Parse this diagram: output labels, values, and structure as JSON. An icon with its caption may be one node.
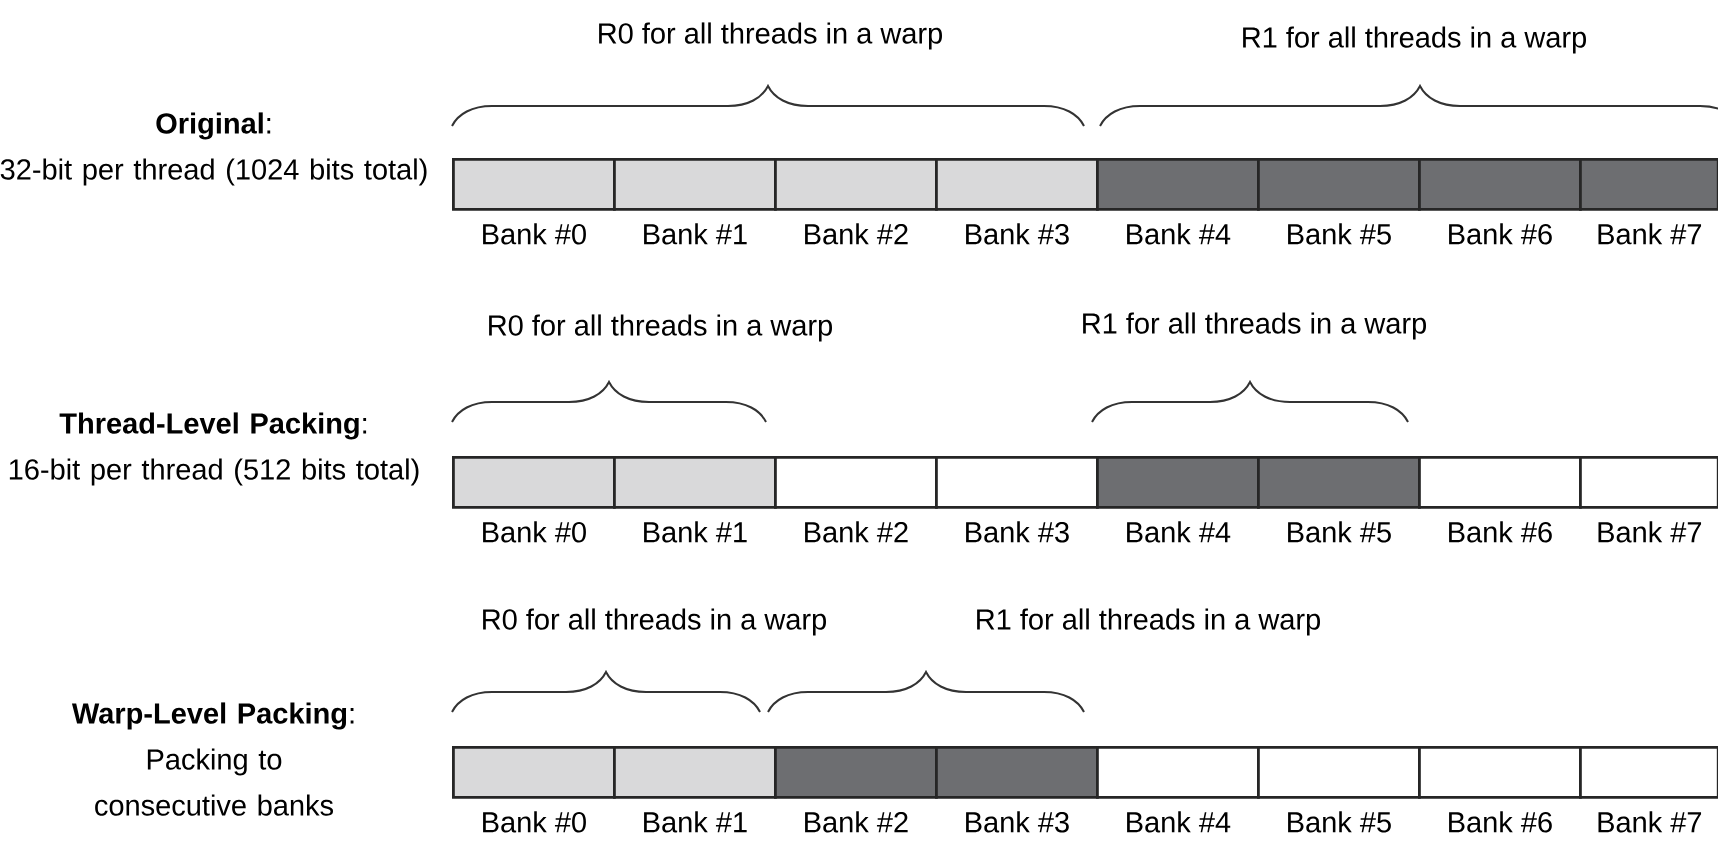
{
  "diagram": {
    "nodes": [
      {
        "text": [],
        "shape": "box",
        "beside": [
          "Bank #0"
        ]
      },
      {
        "text": [],
        "shape": "box",
        "beside": [
          "Bank #1"
        ]
      },
      {
        "text": [],
        "shape": "box",
        "beside": [
          "Bank #2"
        ]
      },
      {
        "text": [],
        "shape": "box",
        "beside": [
          "Bank #3"
        ]
      },
      {
        "text": [],
        "shape": "box",
        "beside": [
          "Bank #4"
        ]
      },
      {
        "text": [],
        "shape": "box",
        "beside": [
          "Bank #5"
        ]
      },
      {
        "text": [],
        "shape": "box",
        "beside": [
          "Bank #6"
        ]
      },
      {
        "text": [],
        "shape": "box",
        "beside": [
          "Bank #7"
        ]
      },
      {
        "text": [],
        "shape": "box",
        "beside": [
          "Bank #0"
        ]
      },
      {
        "text": [],
        "shape": "box",
        "beside": [
          "Bank #1"
        ]
      },
      {
        "text": [],
        "shape": "box",
        "beside": [
          "Bank #2"
        ]
      },
      {
        "text": [],
        "shape": "box",
        "beside": [
          "Bank #3"
        ]
      },
      {
        "text": [],
        "shape": "box",
        "beside": [
          "Bank #4"
        ]
      },
      {
        "text": [],
        "shape": "box",
        "beside": [
          "Bank #5"
        ]
      },
      {
        "text": [],
        "shape": "box",
        "beside": [
          "Bank #6"
        ]
      },
      {
        "text": [],
        "shape": "box",
        "beside": [
          "Bank #7"
        ]
      },
      {
        "text": [],
        "shape": "box",
        "beside": [
          "Bank #0"
        ]
      },
      {
        "text": [],
        "shape": "box",
        "beside": [
          "Bank #1"
        ]
      },
      {
        "text": [],
        "shape": "box",
        "beside": [
          "Bank #2"
        ]
      },
      {
        "text": [],
        "shape": "box",
        "beside": [
          "Bank #3"
        ]
      },
      {
        "text": [],
        "shape": "box",
        "beside": [
          "Bank #4"
        ]
      },
      {
        "text": [],
        "shape": "box",
        "beside": [
          "Bank #5"
        ]
      },
      {
        "text": [],
        "shape": "box",
        "beside": [
          "Bank #6"
        ]
      },
      {
        "text": [],
        "shape": "box",
        "beside": [
          "Bank #7"
        ]
      }
    ],
    "labels": [
      "R0 for all threads in a warp",
      "R1 for all threads in a warp",
      "**Original**:",
      "32-bit per thread (1024 bits total)",
      "R0 for all threads in a warp",
      "R1 for all threads in a warp",
      "**Thread-Level Packing**:",
      "16-bit per thread (512 bits total)",
      "R0 for all threads in a warp",
      "R1 for all threads in a warp",
      "**Warp-Level Packing**:",
      "Packing to consecutive banks"
    ]
  }
}
